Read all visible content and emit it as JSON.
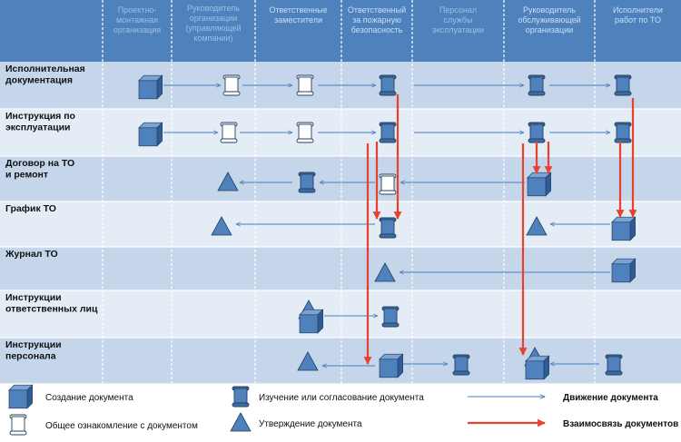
{
  "columns": [
    {
      "text": [
        "Проектно-",
        "монтажная",
        "организация"
      ],
      "color": "#9bc0e6"
    },
    {
      "text": [
        "Руководитель",
        "организации",
        "(управляющей",
        "компании)"
      ],
      "color": "#9bc0e6"
    },
    {
      "text": [
        "Ответственные",
        "заместители"
      ],
      "color": "#c6e0f5"
    },
    {
      "text": [
        "Ответственный",
        "за пожарную",
        "безопасность"
      ],
      "color": "#c6e0f5"
    },
    {
      "text": [
        "Персонал",
        "службы",
        "эксплуатации"
      ],
      "color": "#9bc0e6"
    },
    {
      "text": [
        "Руководитель",
        "обслуживающей",
        "организации"
      ],
      "color": "#c6e0f5"
    },
    {
      "text": [
        "Исполнители",
        "работ по ТО"
      ],
      "color": "#c6e0f5"
    }
  ],
  "rows": [
    {
      "text": [
        "Исполнительная",
        "документация"
      ]
    },
    {
      "text": [
        "Инструкция по",
        "эксплуатации"
      ]
    },
    {
      "text": [
        "Договор на ТО",
        "и ремонт"
      ]
    },
    {
      "text": [
        "График ТО"
      ]
    },
    {
      "text": [
        "Журнал ТО"
      ]
    },
    {
      "text": [
        "Инструкции",
        "ответственных лиц"
      ]
    },
    {
      "text": [
        "Инструкции",
        "персонала"
      ]
    }
  ],
  "legend": {
    "create": "Создание документа",
    "review": "Изучение или согласование документа",
    "movement": "Движение документа",
    "acquaint": "Общее ознакомление с документом",
    "approve": "Утверждение документа",
    "relation": "Взаимосвязь документов"
  },
  "colors": {
    "header_band": "#4f81bd",
    "header_text_green": "#9bbb59",
    "row_dark": "#c5d5ea",
    "row_light": "#e4ecf6",
    "icon_fill": "#4f81bd",
    "icon_stroke": "#243f60",
    "flow_arrow": "#4a7ebb",
    "relation_arrow": "#e8412e"
  },
  "icon_names": {
    "create": "cube-icon",
    "review": "scroll-icon",
    "acquaint": "white-scroll-icon",
    "approve": "triangle-icon"
  }
}
